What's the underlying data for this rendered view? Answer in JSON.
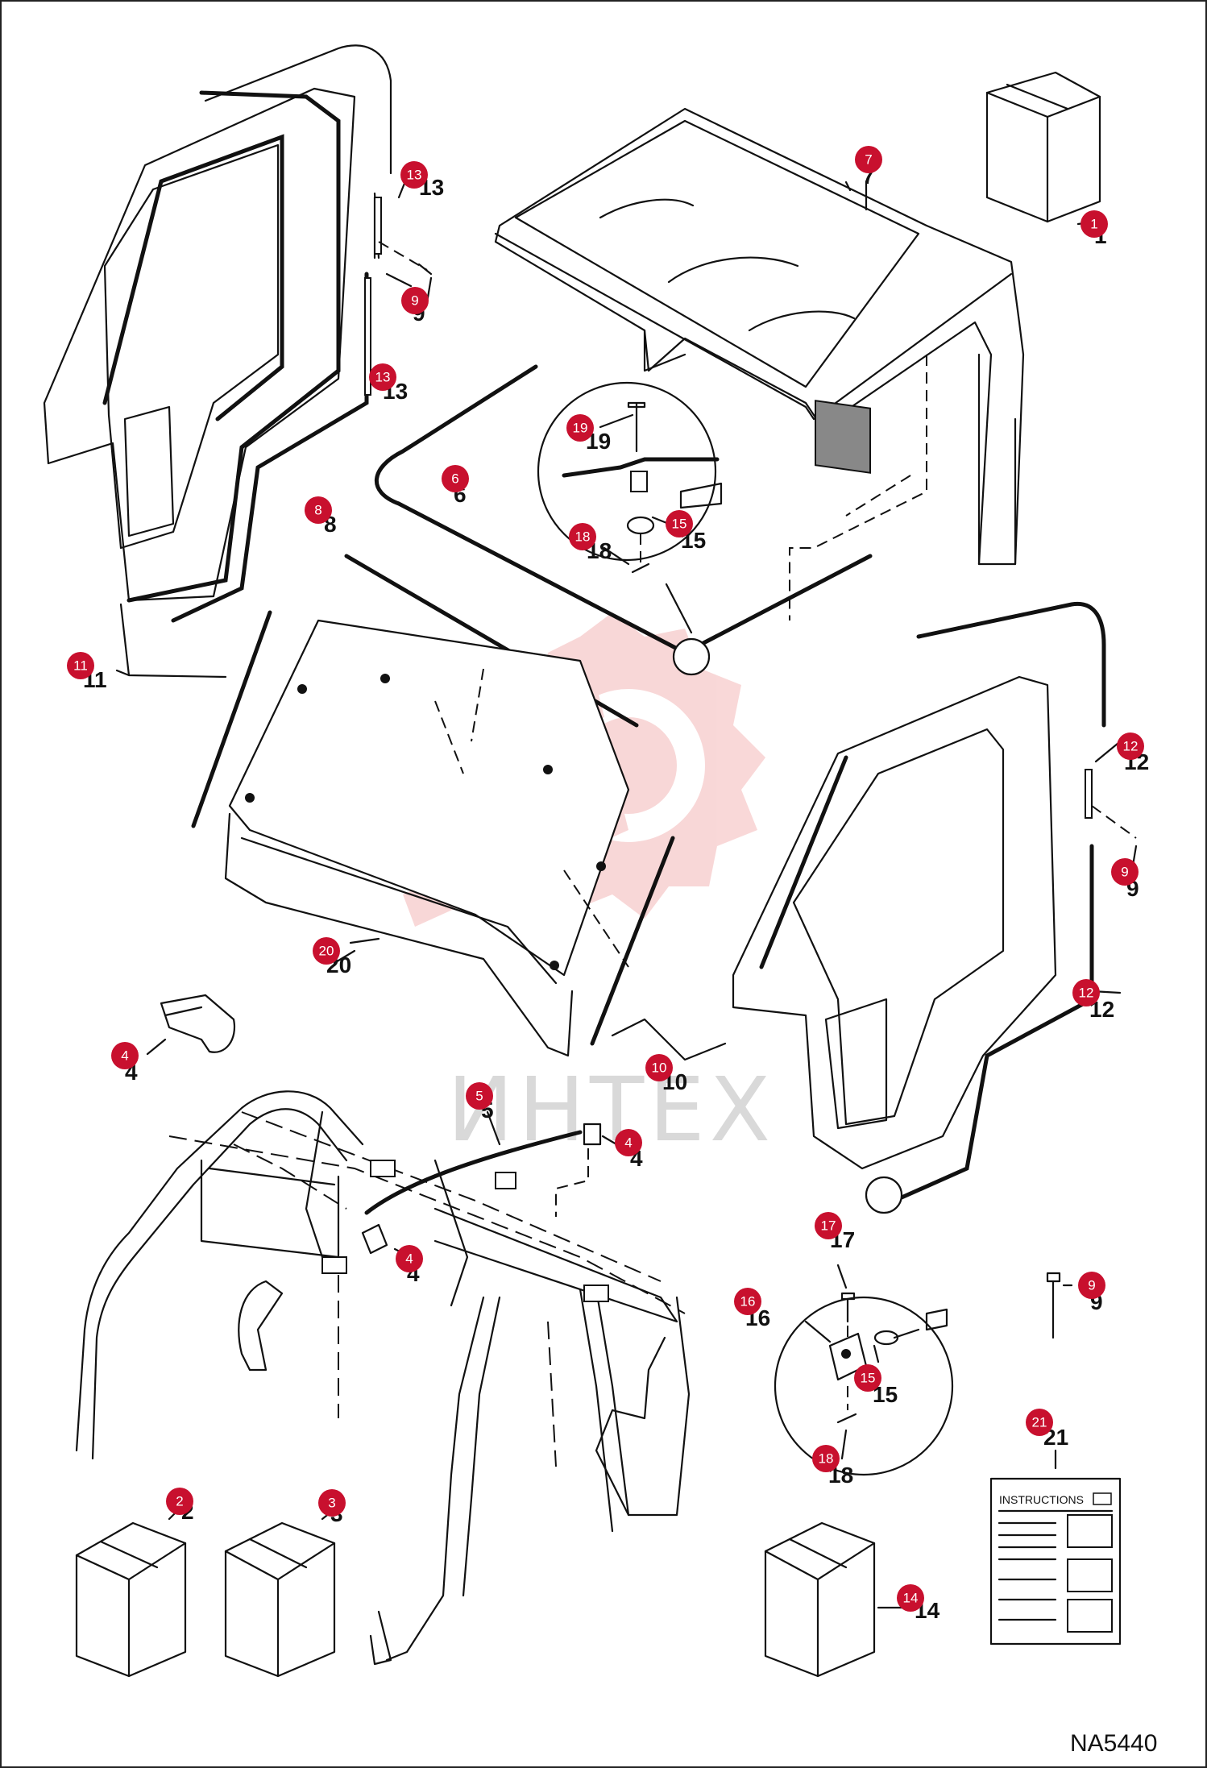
{
  "figure_code": "NA5440",
  "watermark_text": "ИНТЕХ",
  "instructions_label": "INSTRUCTIONS",
  "colors": {
    "callout_badge": "#c8102e",
    "watermark": "#f6c4c4",
    "line": "#111111"
  },
  "callouts": [
    {
      "label": "1"
    },
    {
      "label": "2"
    },
    {
      "label": "3"
    },
    {
      "label": "4"
    },
    {
      "label": "4"
    },
    {
      "label": "4"
    },
    {
      "label": "5"
    },
    {
      "label": "6"
    },
    {
      "label": "7"
    },
    {
      "label": "8"
    },
    {
      "label": "9"
    },
    {
      "label": "9"
    },
    {
      "label": "9"
    },
    {
      "label": "10"
    },
    {
      "label": "11"
    },
    {
      "label": "12"
    },
    {
      "label": "12"
    },
    {
      "label": "13"
    },
    {
      "label": "13"
    },
    {
      "label": "14"
    },
    {
      "label": "15"
    },
    {
      "label": "15"
    },
    {
      "label": "16"
    },
    {
      "label": "17"
    },
    {
      "label": "18"
    },
    {
      "label": "18"
    },
    {
      "label": "19"
    },
    {
      "label": "20"
    },
    {
      "label": "21"
    }
  ]
}
